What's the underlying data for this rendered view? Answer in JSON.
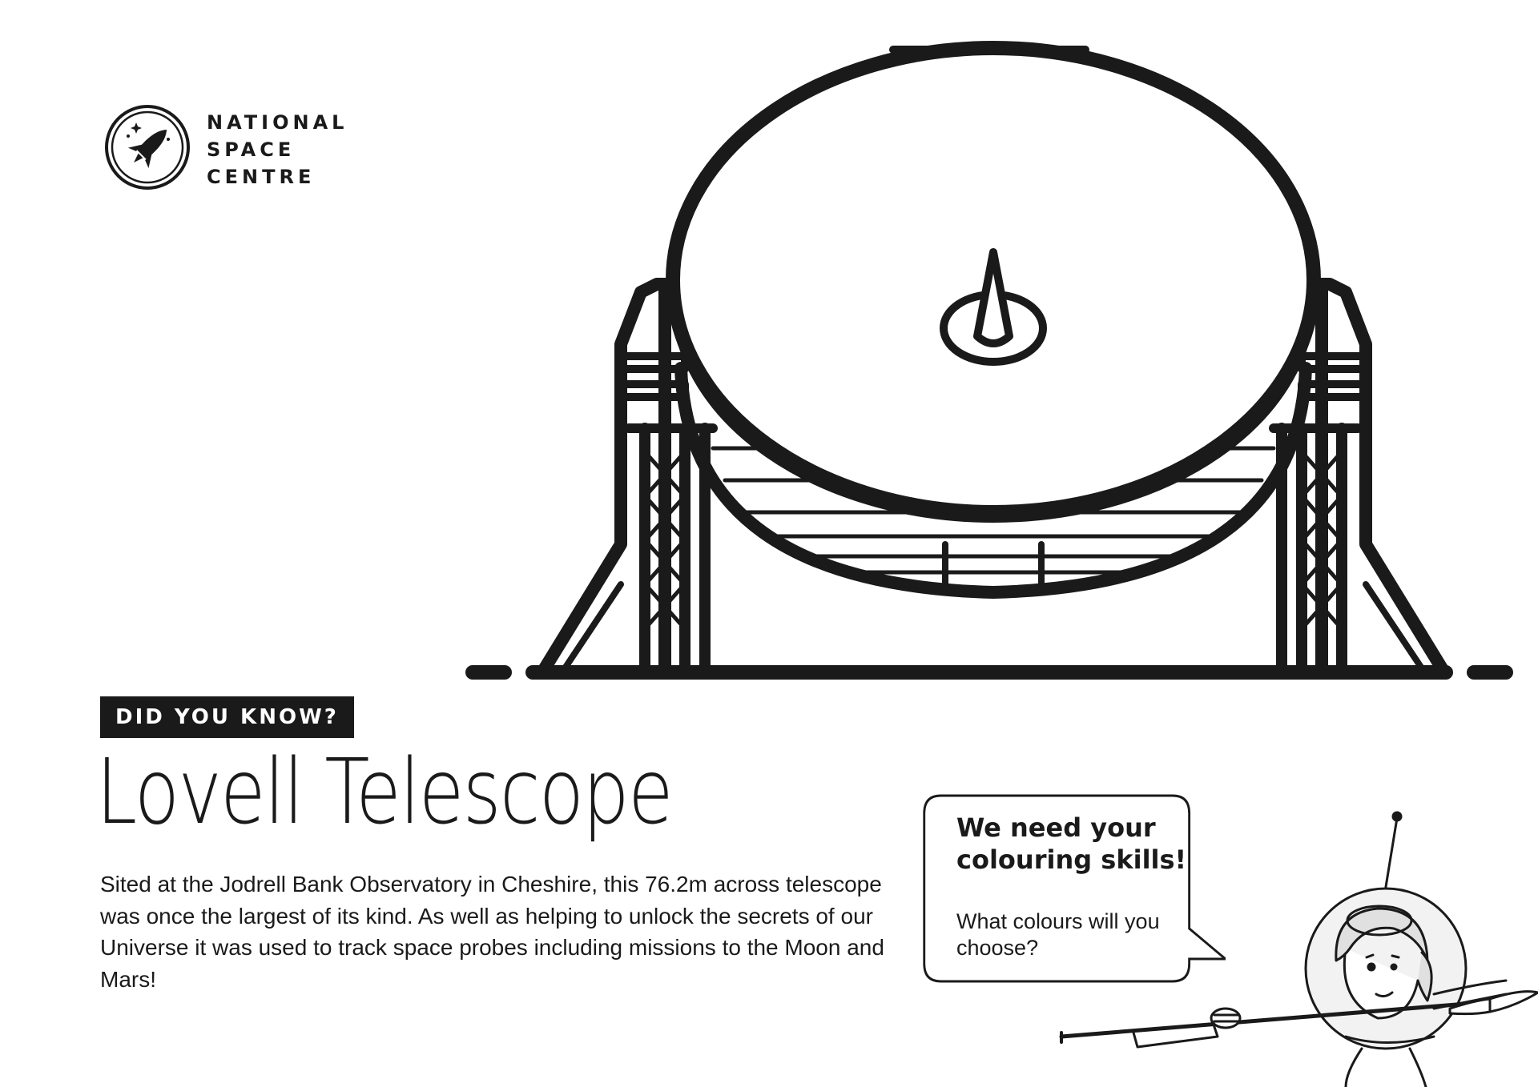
{
  "logo": {
    "lines": [
      "NATIONAL",
      "SPACE",
      "CENTRE"
    ],
    "icon": "rocket-icon"
  },
  "badge": {
    "label": "DID YOU KNOW?"
  },
  "title": "Lovell Telescope",
  "description": "Sited at the Jodrell Bank Observatory in Cheshire, this 76.2m across telescope was once the largest of its kind. As well as helping to unlock the secrets of our Universe it was used to track space probes including missions to the Moon and Mars!",
  "speech_bubble": {
    "heading": "We need your colouring skills!",
    "subtext": "What colours will you choose?"
  },
  "illustrations": {
    "telescope": "telescope-illustration",
    "astronaut": "astronaut-illustration"
  },
  "colors": {
    "ink": "#1a1a1a",
    "background": "#ffffff"
  }
}
